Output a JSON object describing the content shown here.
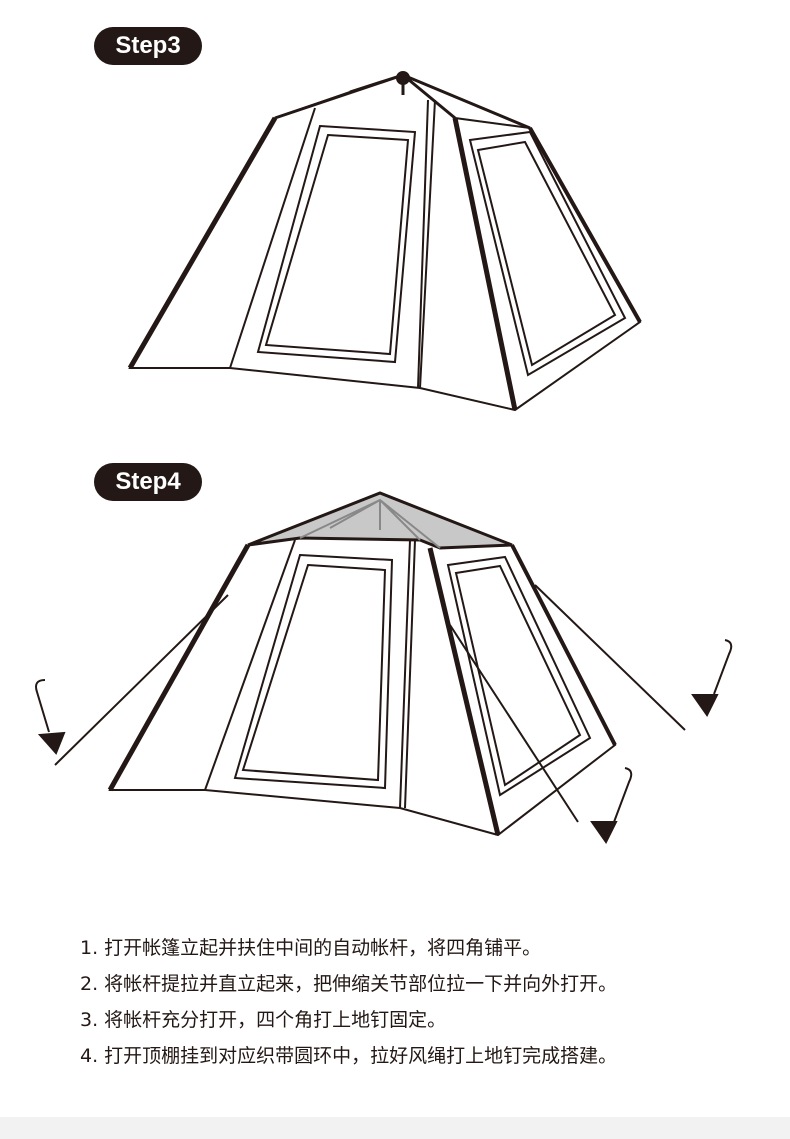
{
  "steps_badges": {
    "step3": "Step3",
    "step4": "Step4"
  },
  "instructions": [
    "1. 打开帐篷立起并扶住中间的自动帐杆，将四角铺平。",
    "2. 将帐杆提拉并直立起来，把伸缩关节部位拉一下并向外打开。",
    "3. 将帐杆充分打开，四个角打上地钉固定。",
    "4. 打开顶棚挂到对应织带圆环中，拉好风绳打上地钉完成搭建。"
  ],
  "colors": {
    "badge": "#231815",
    "text": "#231815",
    "roof": "#c8c8c8"
  }
}
